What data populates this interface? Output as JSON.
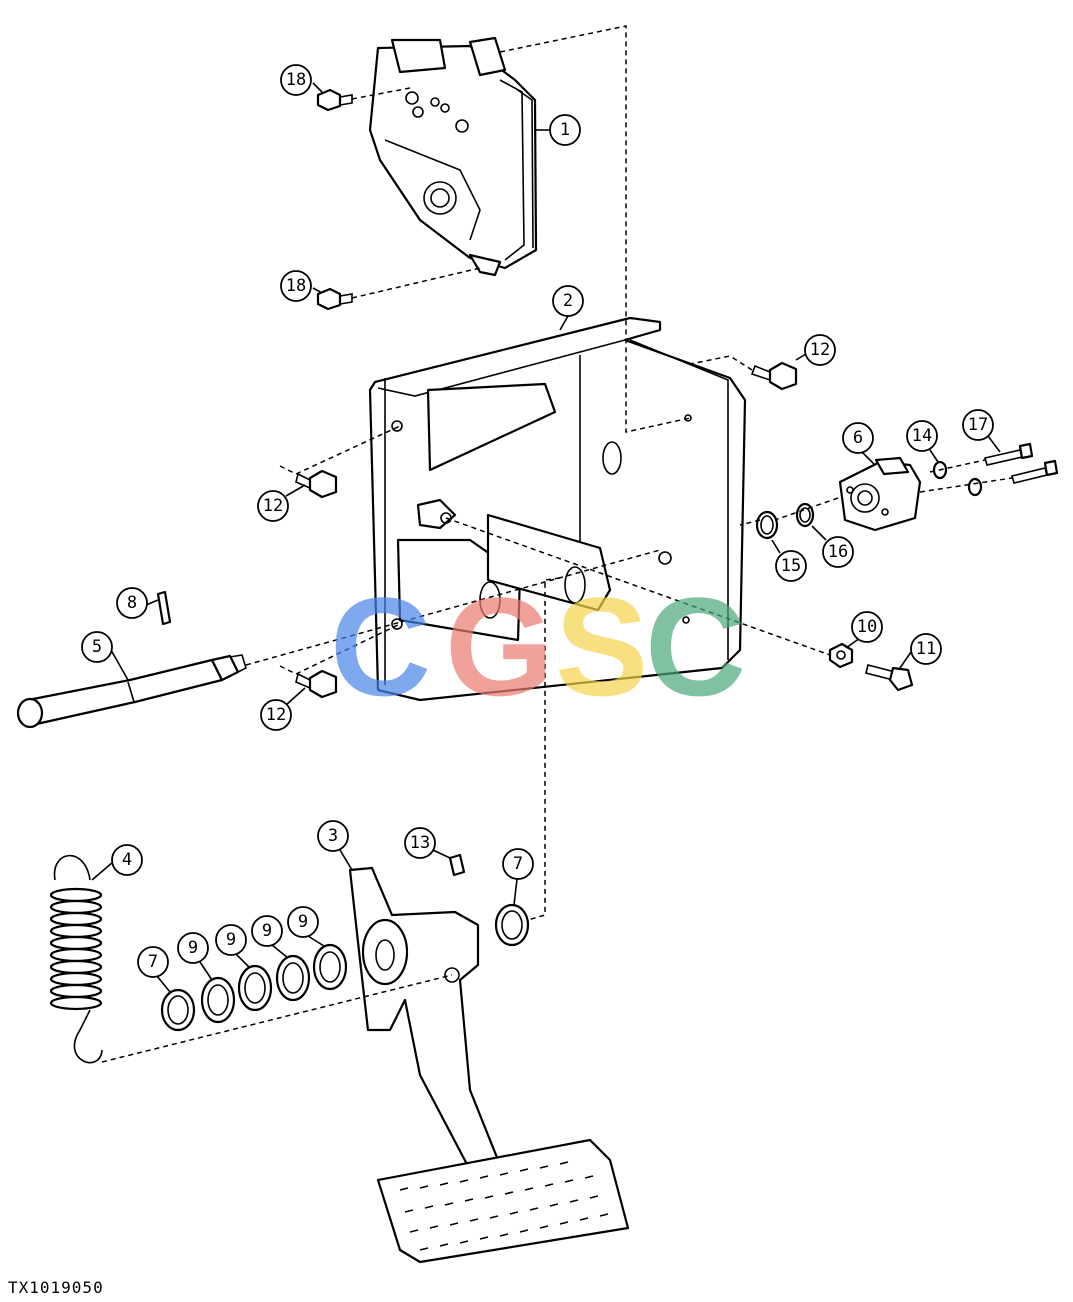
{
  "callouts": {
    "c1": "1",
    "c2": "2",
    "c3": "3",
    "c4": "4",
    "c5": "5",
    "c6": "6",
    "c7a": "7",
    "c7b": "7",
    "c8": "8",
    "c9a": "9",
    "c9b": "9",
    "c9c": "9",
    "c9d": "9",
    "c10": "10",
    "c11": "11",
    "c12a": "12",
    "c12b": "12",
    "c12c": "12",
    "c13": "13",
    "c14": "14",
    "c15": "15",
    "c16": "16",
    "c17": "17",
    "c18a": "18",
    "c18b": "18"
  },
  "watermark": {
    "letters": [
      "C",
      "G",
      "S",
      "C"
    ],
    "colors": [
      "#4a86e8",
      "#ea7c70",
      "#f6d24a",
      "#49a77a"
    ]
  },
  "figure_id": "TX1019050"
}
